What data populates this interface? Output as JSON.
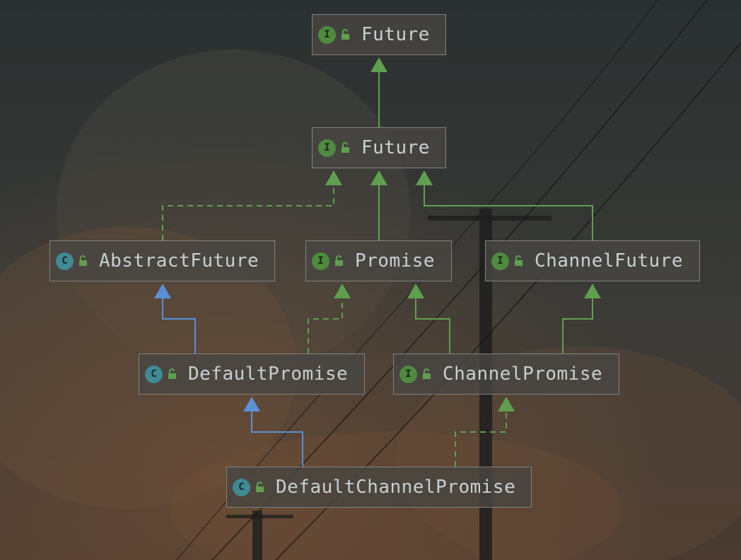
{
  "colors": {
    "interface_badge": "#4f8a3f",
    "class_badge": "#3f8a93",
    "implements_edge": "#5f9f4f",
    "extends_edge": "#5b8fd6",
    "label_text": "#c7d0d2"
  },
  "nodes": [
    {
      "id": "future-top",
      "name": "Future",
      "kind": "interface",
      "badge": "I"
    },
    {
      "id": "future-mid",
      "name": "Future",
      "kind": "interface",
      "badge": "I"
    },
    {
      "id": "abstract-future",
      "name": "AbstractFuture",
      "kind": "class",
      "badge": "C"
    },
    {
      "id": "promise",
      "name": "Promise",
      "kind": "interface",
      "badge": "I"
    },
    {
      "id": "channel-future",
      "name": "ChannelFuture",
      "kind": "interface",
      "badge": "I"
    },
    {
      "id": "default-promise",
      "name": "DefaultPromise",
      "kind": "class",
      "badge": "C"
    },
    {
      "id": "channel-promise",
      "name": "ChannelPromise",
      "kind": "interface",
      "badge": "I"
    },
    {
      "id": "default-channel-promise",
      "name": "DefaultChannelPromise",
      "kind": "class",
      "badge": "C"
    }
  ],
  "edges": [
    {
      "from": "future-mid",
      "to": "future-top",
      "type": "interface-extends"
    },
    {
      "from": "abstract-future",
      "to": "future-mid",
      "type": "implements"
    },
    {
      "from": "promise",
      "to": "future-mid",
      "type": "interface-extends"
    },
    {
      "from": "channel-future",
      "to": "future-mid",
      "type": "interface-extends"
    },
    {
      "from": "default-promise",
      "to": "abstract-future",
      "type": "extends"
    },
    {
      "from": "default-promise",
      "to": "promise",
      "type": "implements"
    },
    {
      "from": "channel-promise",
      "to": "promise",
      "type": "interface-extends"
    },
    {
      "from": "channel-promise",
      "to": "channel-future",
      "type": "interface-extends"
    },
    {
      "from": "default-channel-promise",
      "to": "default-promise",
      "type": "extends"
    },
    {
      "from": "default-channel-promise",
      "to": "channel-promise",
      "type": "implements"
    }
  ]
}
